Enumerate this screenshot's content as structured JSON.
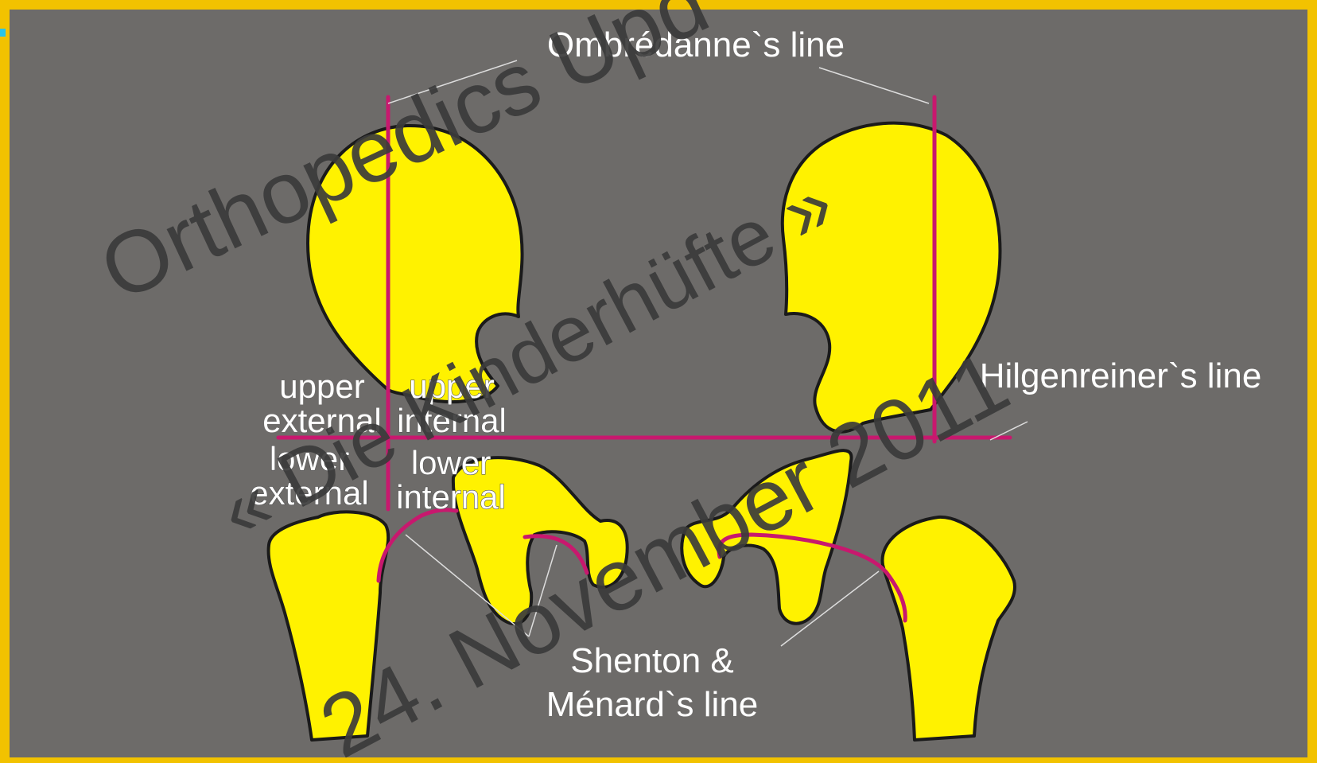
{
  "labels": {
    "ombredanne": "Ombrédanne`s line",
    "hilgenreiner": "Hilgenreiner`s line",
    "shenton_1": "Shenton  &",
    "shenton_2": "Ménard`s line",
    "upper_external_1": "upper",
    "upper_external_2": "external",
    "upper_internal_1": "upper",
    "upper_internal_2": "internal",
    "lower_external_1": "lower",
    "lower_external_2": "external",
    "lower_internal_1": "lower",
    "lower_internal_2": "internal"
  },
  "watermark": {
    "line1": "Orthopedics Upd",
    "line2": "« Die Kinderhüfte »",
    "line3": "24. November 2011"
  },
  "colors": {
    "frame": "#f2c200",
    "background": "#6d6b69",
    "bone": "#fff200",
    "bone_outline": "#1a1a1a",
    "reference_line": "#c8186e",
    "leader_line": "#dddddd",
    "watermark": "#3b3b3b"
  }
}
